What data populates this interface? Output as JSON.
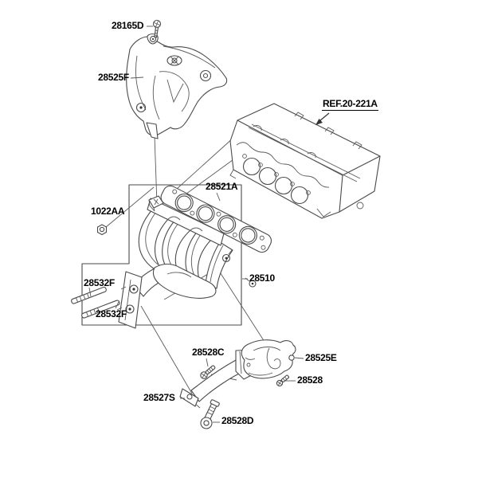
{
  "diagram": {
    "title": "exhaust-manifold-exploded-view",
    "colors": {
      "background": "#ffffff",
      "line": "#4a4a4a",
      "text": "#000000"
    },
    "callouts": {
      "bolt_top": {
        "label": "28165D"
      },
      "shield_upper": {
        "label": "28525F"
      },
      "ref_engine": {
        "label": "REF.20-221A"
      },
      "gasket": {
        "label": "28521A"
      },
      "nut": {
        "label": "1022AA"
      },
      "stud_a": {
        "label": "28532F"
      },
      "stud_b": {
        "label": "28532F"
      },
      "manifold": {
        "label": "28510"
      },
      "bolt_bracket": {
        "label": "28528C"
      },
      "shield_lower": {
        "label": "28525E"
      },
      "bolt_shield": {
        "label": "28528"
      },
      "bracket": {
        "label": "28527S"
      },
      "bolt_washer": {
        "label": "28528D"
      }
    }
  }
}
